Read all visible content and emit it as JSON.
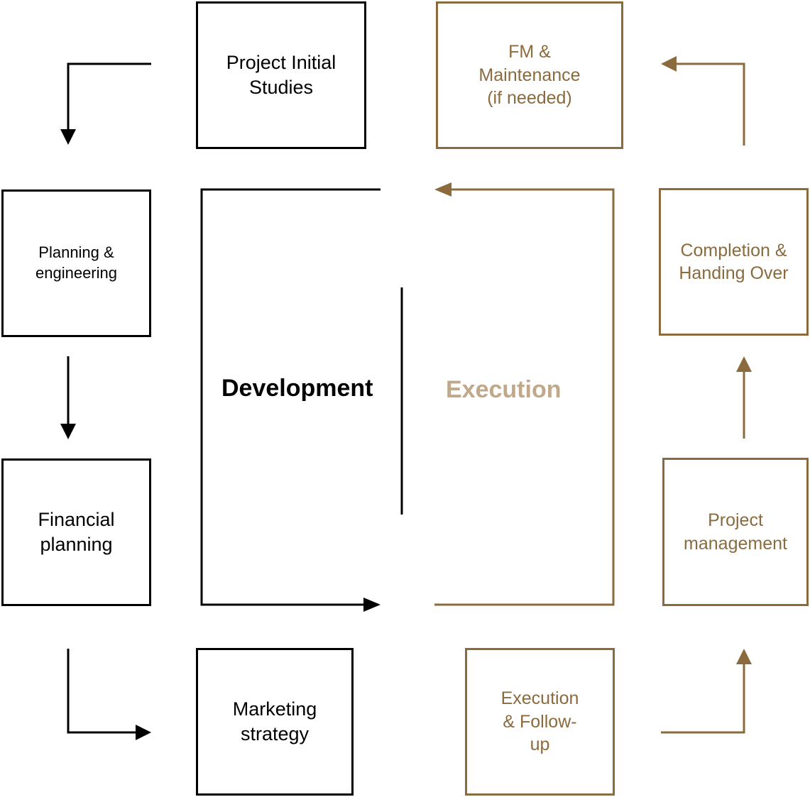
{
  "colors": {
    "development": "#000000",
    "execution": "#8b6a3e",
    "execution_label": "#c0a98b"
  },
  "phases": {
    "development": "Development",
    "execution": "Execution"
  },
  "development_steps": {
    "initial_studies": "Project Initial\nStudies",
    "planning": "Planning &\nengineering",
    "financial": "Financial\nplanning",
    "marketing": "Marketing\nstrategy"
  },
  "execution_steps": {
    "follow_up": "Execution\n& Follow-\nup",
    "project_management": "Project\nmanagement",
    "completion": "Completion &\nHanding Over",
    "maintenance": "FM &\nMaintenance\n(if needed)"
  }
}
